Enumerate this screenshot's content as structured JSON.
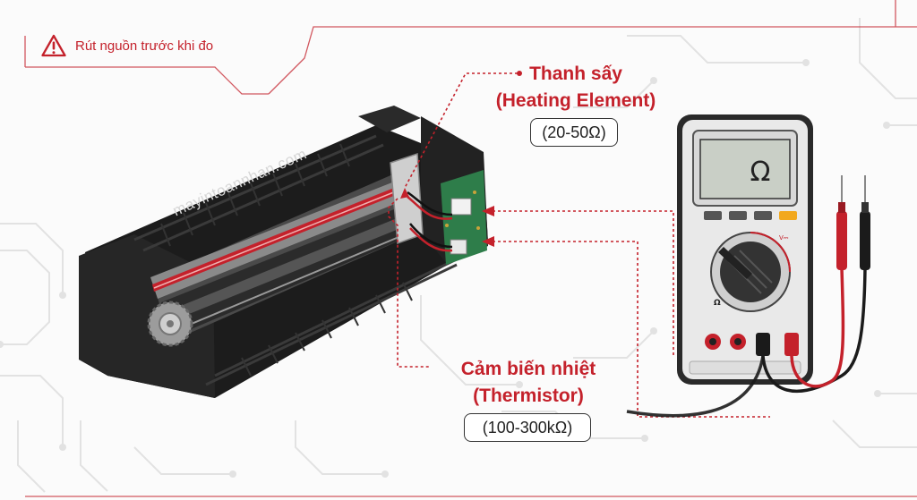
{
  "warning": {
    "text": "Rút nguồn trước khi đo",
    "icon": "warning-triangle-icon"
  },
  "watermark": "mayintoannhan.com",
  "labels": {
    "heating": {
      "line1": "Thanh sấy",
      "line2": "(Heating Element)",
      "value": "(20-50Ω)"
    },
    "thermistor": {
      "line1": "Cảm biến nhiệt",
      "line2": "(Thermistor)",
      "value": "(100-300kΩ)"
    }
  },
  "multimeter": {
    "display": "Ω",
    "dial_mark": "Ω",
    "dc_mark": "V⎓"
  },
  "colors": {
    "accent": "#c4212b",
    "dark": "#1e1e1e",
    "meter_body": "#e9e9e9"
  }
}
